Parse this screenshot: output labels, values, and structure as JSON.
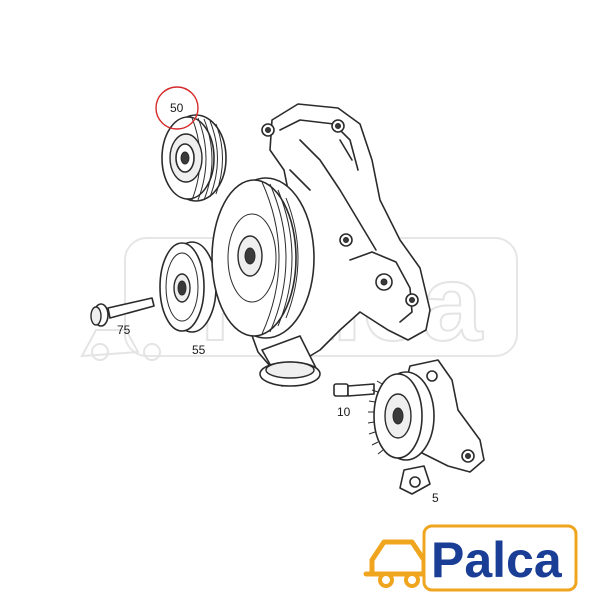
{
  "diagram": {
    "part_labels": {
      "p50": "50",
      "p75": "75",
      "p55": "55",
      "p10": "10",
      "p5": "5"
    },
    "highlight_color": "#d62b2b"
  },
  "brand": {
    "logo_text": "Palca",
    "watermark_text": "Palca",
    "logo_color": "#1a3d96",
    "icon_color": "#f0a51e"
  }
}
